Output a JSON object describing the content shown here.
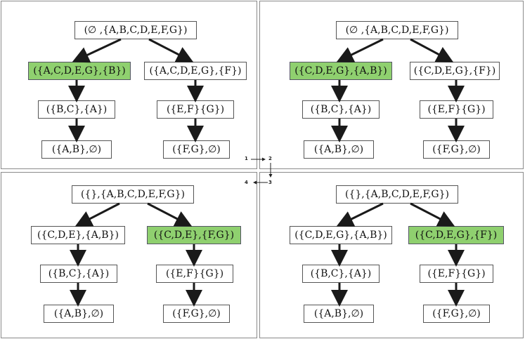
{
  "panels": [
    {
      "id": "p1",
      "nodes": [
        {
          "key": "root",
          "label": "(∅ ,{A,B,C,D,E,F,G})",
          "highlight": false
        },
        {
          "key": "l1",
          "label": "({A,C,D,E,G},{B})",
          "highlight": true
        },
        {
          "key": "r1",
          "label": "({A,C,D,E,G},{F})",
          "highlight": false
        },
        {
          "key": "l2",
          "label": "({B,C},{A})",
          "highlight": false
        },
        {
          "key": "r2",
          "label": "({E,F}{G})",
          "highlight": false
        },
        {
          "key": "l3",
          "label": "({A,B},∅)",
          "highlight": false
        },
        {
          "key": "r3",
          "label": "({F,G},∅)",
          "highlight": false
        }
      ]
    },
    {
      "id": "p2",
      "nodes": [
        {
          "key": "root",
          "label": "(∅ ,{A,B,C,D,E,F,G})",
          "highlight": false
        },
        {
          "key": "l1",
          "label": "({C,D,E,G},{A,B})",
          "highlight": true
        },
        {
          "key": "r1",
          "label": "({C,D,E,G},{F})",
          "highlight": false
        },
        {
          "key": "l2",
          "label": "({B,C},{A})",
          "highlight": false
        },
        {
          "key": "r2",
          "label": "({E,F}{G})",
          "highlight": false
        },
        {
          "key": "l3",
          "label": "({A,B},∅)",
          "highlight": false
        },
        {
          "key": "r3",
          "label": "({F,G},∅)",
          "highlight": false
        }
      ]
    },
    {
      "id": "p3",
      "nodes": [
        {
          "key": "root",
          "label": "({},{A,B,C,D,E,F,G})",
          "highlight": false
        },
        {
          "key": "l1",
          "label": "({C,D,E},{A,B})",
          "highlight": false
        },
        {
          "key": "r1",
          "label": "({C,D,E},{F,G})",
          "highlight": true
        },
        {
          "key": "l2",
          "label": "({B,C},{A})",
          "highlight": false
        },
        {
          "key": "r2",
          "label": "({E,F}{G})",
          "highlight": false
        },
        {
          "key": "l3",
          "label": "({A,B},∅)",
          "highlight": false
        },
        {
          "key": "r3",
          "label": "({F,G},∅)",
          "highlight": false
        }
      ]
    },
    {
      "id": "p4",
      "nodes": [
        {
          "key": "root",
          "label": "({},{A,B,C,D,E,F,G})",
          "highlight": false
        },
        {
          "key": "l1",
          "label": "({C,D,E,G},{A,B})",
          "highlight": false
        },
        {
          "key": "r1",
          "label": "({C,D,E,G},{F})",
          "highlight": true
        },
        {
          "key": "l2",
          "label": "({B,C},{A})",
          "highlight": false
        },
        {
          "key": "r2",
          "label": "({E,F}{G})",
          "highlight": false
        },
        {
          "key": "l3",
          "label": "({A,B},∅)",
          "highlight": false
        },
        {
          "key": "r3",
          "label": "({F,G},∅)",
          "highlight": false
        }
      ]
    }
  ],
  "sequence": [
    "1",
    "2",
    "3",
    "4"
  ],
  "colors": {
    "highlight": "#8fd06f",
    "border": "#555555",
    "arrow": "#1a1a1a"
  }
}
